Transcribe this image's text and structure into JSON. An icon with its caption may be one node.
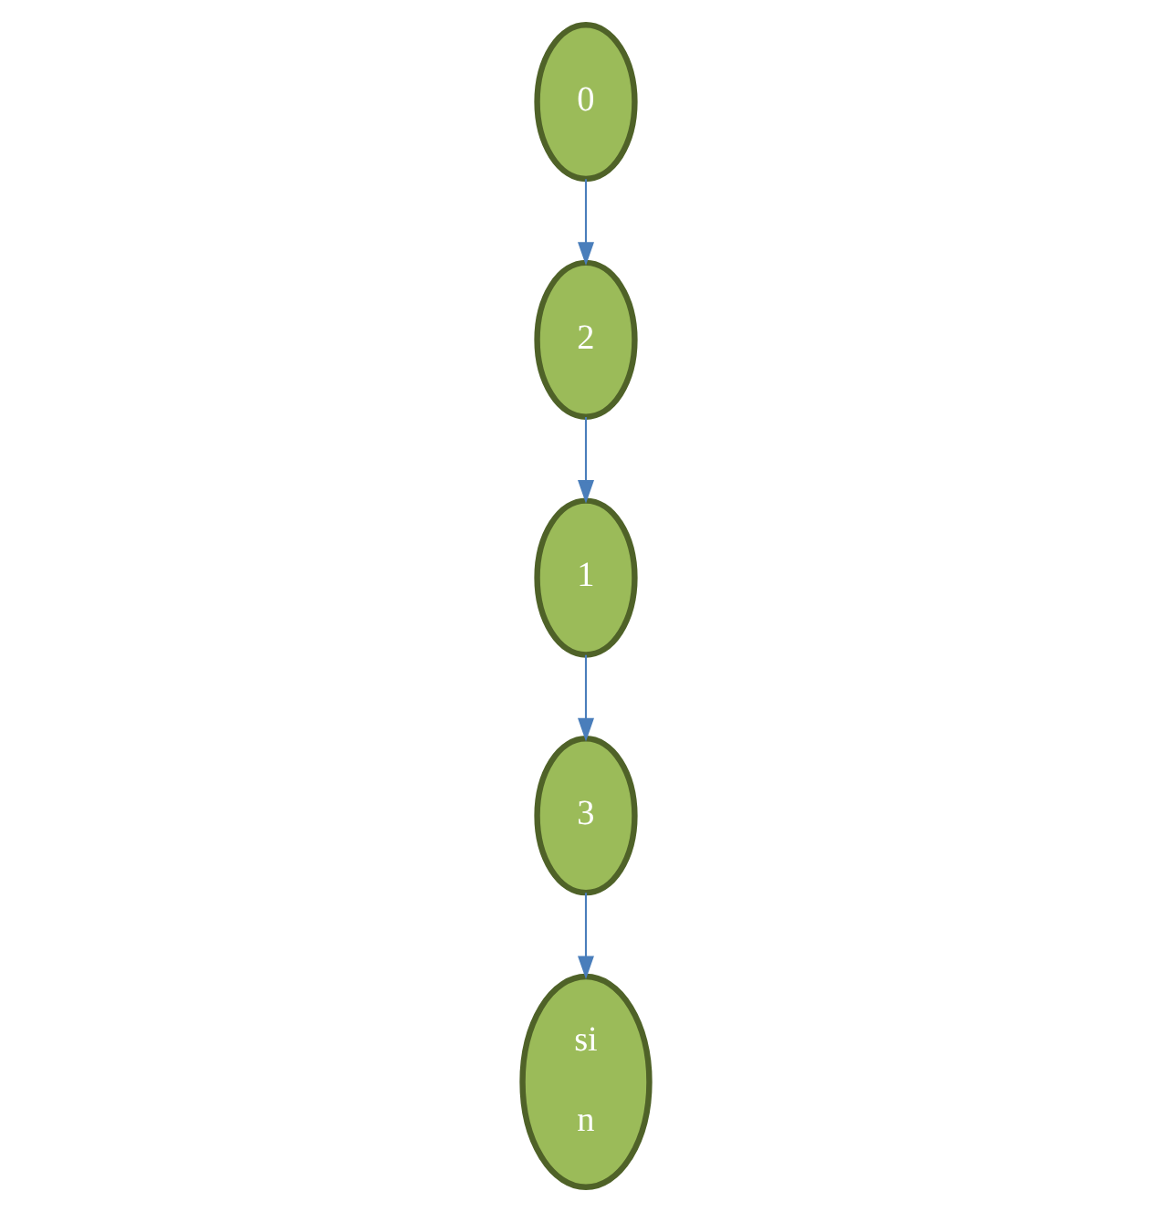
{
  "diagram": {
    "nodes": [
      {
        "text": [
          "0"
        ]
      },
      {
        "text": [
          "2"
        ]
      },
      {
        "text": [
          "1"
        ]
      },
      {
        "text": [
          "3"
        ]
      },
      {
        "text": [
          "si n"
        ]
      }
    ],
    "edges": [
      {
        "from": 0,
        "to": 1,
        "arrow": "to"
      },
      {
        "from": 1,
        "to": 2,
        "arrow": "to"
      },
      {
        "from": 2,
        "to": 3,
        "arrow": "to"
      },
      {
        "from": 3,
        "to": 4,
        "arrow": "to"
      }
    ]
  }
}
